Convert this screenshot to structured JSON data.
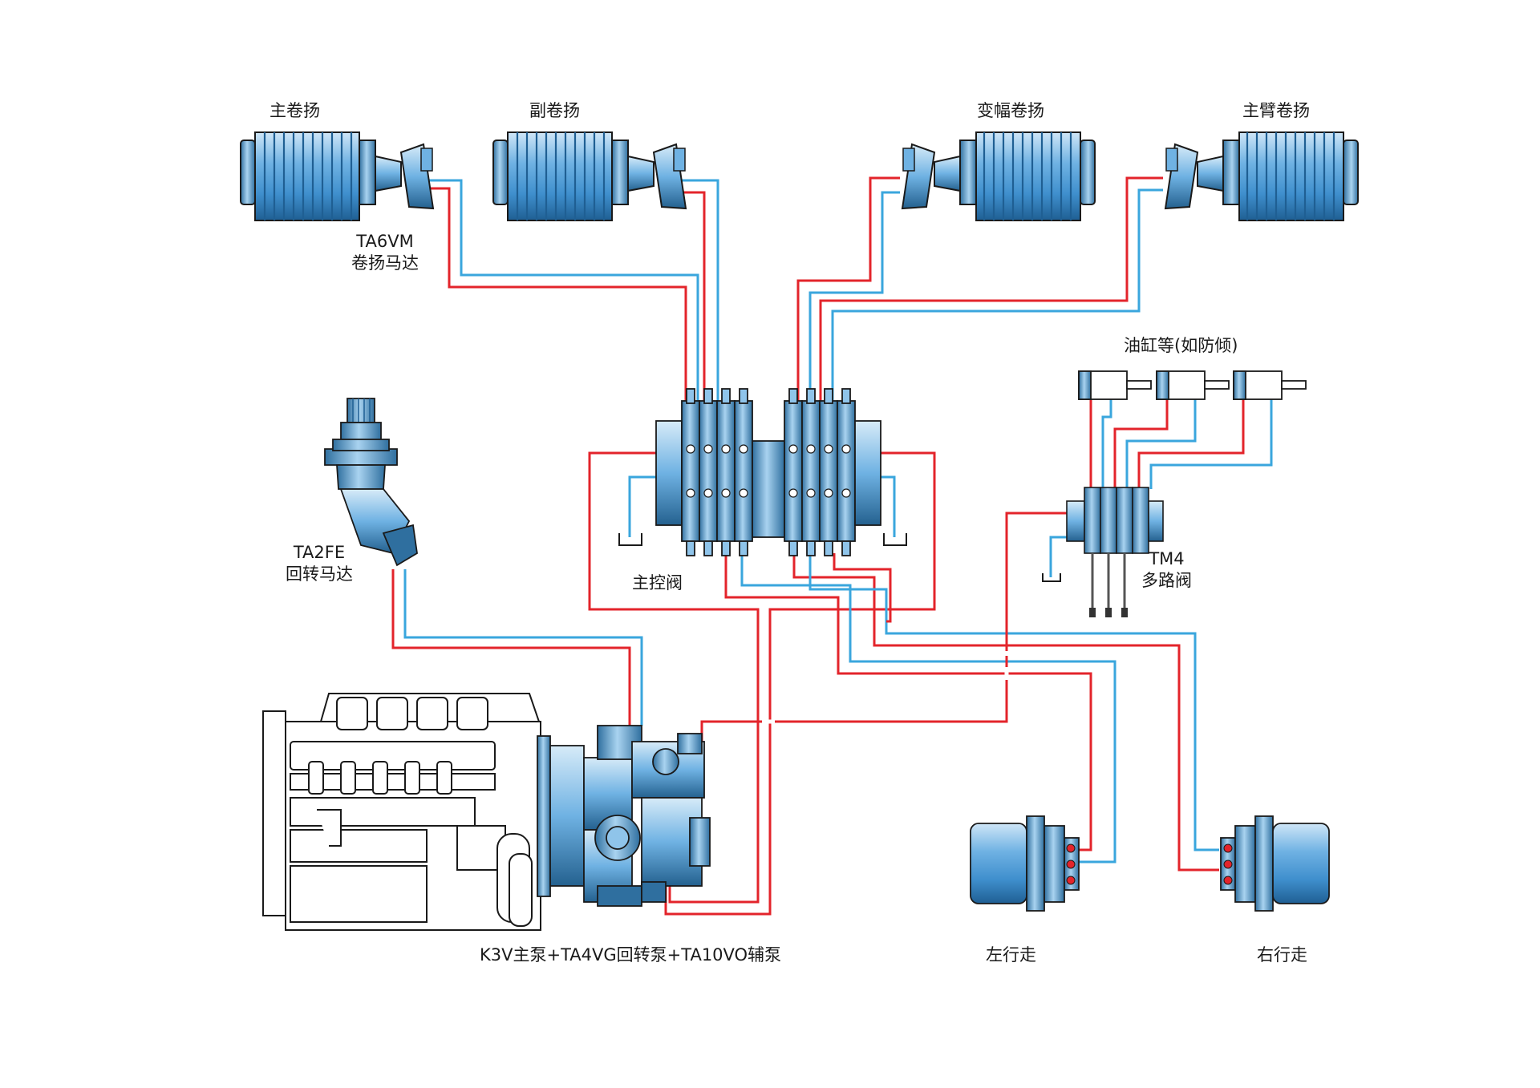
{
  "labels": {
    "main_winch": "主卷扬",
    "aux_winch": "副卷扬",
    "luffing_winch": "变幅卷扬",
    "boom_winch": "主臂卷扬",
    "winch_motor_model": "TA6VM",
    "winch_motor_name": "卷扬马达",
    "swing_motor_model": "TA2FE",
    "swing_motor_name": "回转马达",
    "main_valve": "主控阀",
    "cylinders": "油缸等(如防倾)",
    "multi_valve_model": "TM4",
    "multi_valve_name": "多路阀",
    "pump_set": "K3V主泵+TA4VG回转泵+TA10VO辅泵",
    "left_travel": "左行走",
    "right_travel": "右行走"
  },
  "colors": {
    "pressure_line": "#e3242b",
    "return_line": "#3aa6dd",
    "component_fill": "#8fc4ea",
    "component_dark": "#2f6f9f",
    "outline": "#1a1a1a"
  }
}
